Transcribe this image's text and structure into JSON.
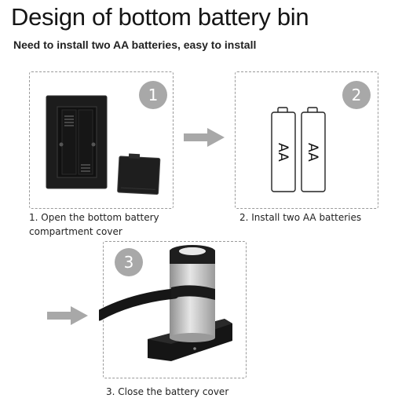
{
  "header": {
    "title": "Design of bottom battery bin",
    "subtitle": "Need to install two AA batteries, easy to install"
  },
  "steps": [
    {
      "number": "1",
      "caption": "1. Open the bottom battery compartment cover"
    },
    {
      "number": "2",
      "caption": "2. Install two AA batteries",
      "battery_label": "AA"
    },
    {
      "number": "3",
      "caption": "3. Close the battery cover"
    }
  ],
  "colors": {
    "badge": "#a8a8a8",
    "arrow": "#a8a8a8",
    "panel_border": "#9a9a9a",
    "device_body": "#1c1c1c"
  },
  "icons": [
    "arrow-right-icon",
    "battery-icon",
    "battery-compartment-icon",
    "sprayer-device-icon"
  ]
}
